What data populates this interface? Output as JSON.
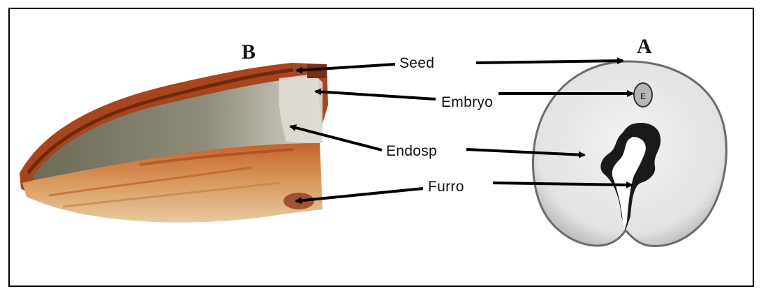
{
  "panels": {
    "b_letter": "B",
    "a_letter": "A"
  },
  "labels": {
    "seed": "Seed",
    "embryo": "Embryo",
    "endosperm": "Endosp",
    "furrow": "Furro"
  },
  "embryo_marker": "E",
  "colors": {
    "frame": "#000000",
    "arrow": "#000000",
    "crust_dark": "#8a3a1a",
    "crust_orange": "#c56a2c",
    "endosperm_grey": "#8d8a78",
    "cross_section": "#eeeeee"
  }
}
